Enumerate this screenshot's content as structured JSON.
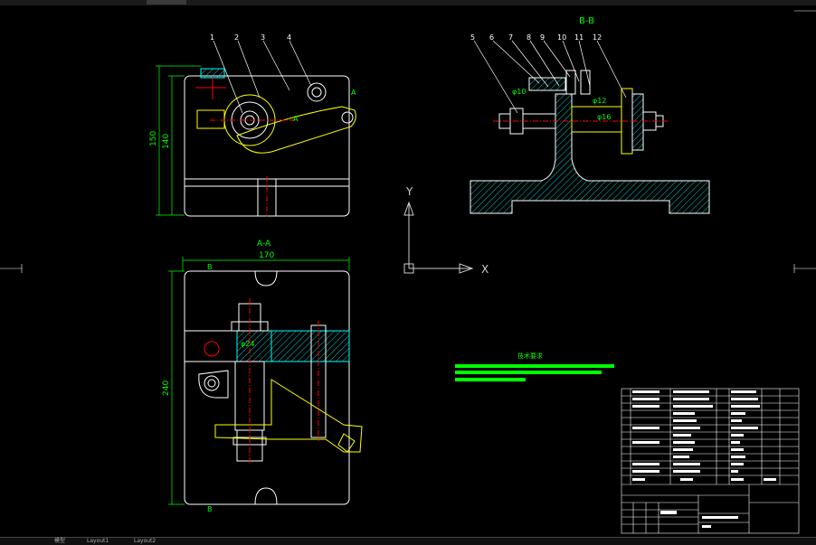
{
  "colors": {
    "background": "#000000",
    "line": "#ffffff",
    "accent": "#ffff00",
    "dim": "#00ff00",
    "hatch": "#00ffff",
    "center": "#ff0000",
    "axis": "#cccccc"
  },
  "views": {
    "section_bb": "B-B",
    "section_aa": "A-A"
  },
  "balloons": [
    "1",
    "2",
    "3",
    "4",
    "5",
    "6",
    "7",
    "8",
    "9",
    "10",
    "11",
    "12"
  ],
  "dimensions": {
    "top_height_1": "150",
    "top_height_2": "140",
    "bottom_width": "170",
    "bottom_height": "240",
    "dia_1": "φ10",
    "dia_2": "φ12",
    "dia_3": "φ16",
    "dia_4": "φ24",
    "label_a1": "A",
    "label_a2": "A",
    "label_b1": "B",
    "label_b2": "B"
  },
  "ucs": {
    "y_label": "Y",
    "x_label": "X"
  },
  "tech_requirements_title": "技术要求",
  "status": {
    "model_tab": "模型",
    "layout1": "Layout1",
    "layout2": "Layout2"
  }
}
